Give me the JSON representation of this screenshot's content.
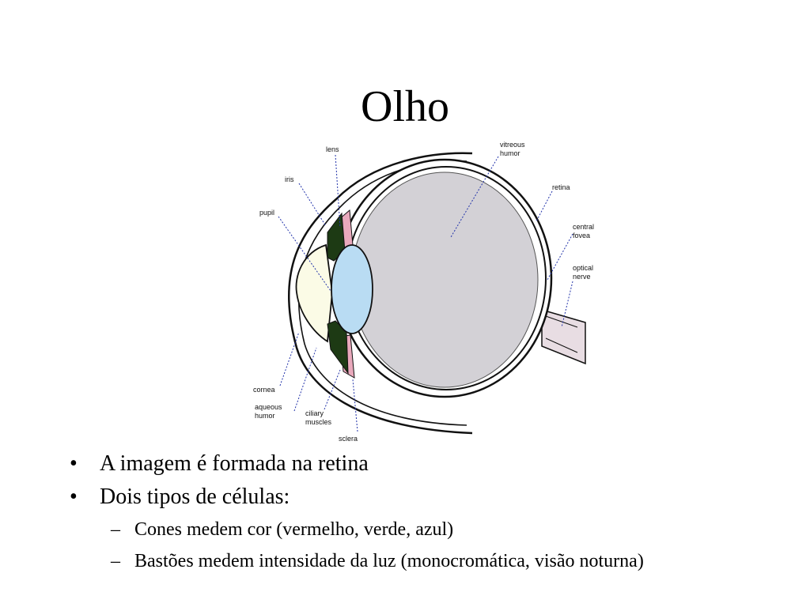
{
  "slide": {
    "title": "Olho",
    "bullets": [
      {
        "marker": "•",
        "text": "A imagem é formada na retina"
      },
      {
        "marker": "•",
        "text": "Dois tipos de células:"
      }
    ],
    "sub_bullets": [
      {
        "marker": "–",
        "text": "Cones medem cor (vermelho, verde, azul)"
      },
      {
        "marker": "–",
        "text": "Bastões medem intensidade da luz (monocromática, visão noturna)"
      }
    ]
  },
  "diagram": {
    "labels": {
      "lens": "lens",
      "iris": "iris",
      "pupil": "pupil",
      "vitreous": [
        "vitreous",
        "humor"
      ],
      "retina": "retina",
      "fovea": [
        "central",
        "fovea"
      ],
      "optic": [
        "optical",
        "nerve"
      ],
      "cornea": "cornea",
      "aqueous": [
        "aqueous",
        "humor"
      ],
      "ciliary": [
        "ciliary",
        "muscles"
      ],
      "sclera": "sclera"
    },
    "colors": {
      "vitreous": "#d3d1d6",
      "lens": "#b9dcf3",
      "cornea": "#fbfbe6",
      "iris": "#1d3a14",
      "ciliary": "#e9a9bc",
      "outline": "#111111",
      "leader": "#2233aa",
      "nerve": "#e8dde3"
    }
  }
}
